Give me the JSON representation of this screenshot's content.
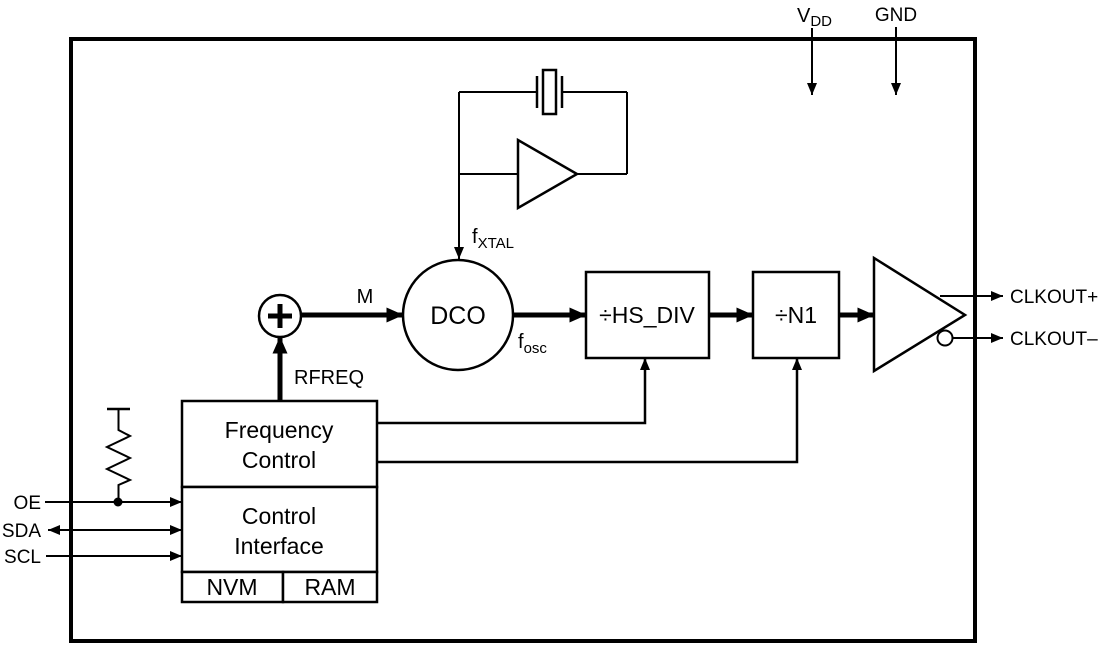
{
  "colors": {
    "ink": "#000000",
    "background": "#ffffff"
  },
  "pins": {
    "vdd_base": "V",
    "vdd_sub": "DD",
    "gnd": "GND",
    "oe": "OE",
    "sda": "SDA",
    "scl": "SCL",
    "clkout_plus": "CLKOUT+",
    "clkout_minus": "CLKOUT–"
  },
  "signals": {
    "fxtal_base": "f",
    "fxtal_sub": "XTAL",
    "fosc_base": "f",
    "fosc_sub": "osc",
    "m_multiplier": "M",
    "rfreq": "RFREQ"
  },
  "blocks": {
    "dco": "DCO",
    "hs_div": "÷HS_DIV",
    "n1": "÷N1",
    "frequency_control": {
      "line1": "Frequency",
      "line2": "Control"
    },
    "control_interface": {
      "line1": "Control",
      "line2": "Interface"
    },
    "nvm": "NVM",
    "ram": "RAM"
  },
  "icons": {
    "crystal": "crystal-resonator-icon",
    "amplifier": "oscillator-amplifier-icon",
    "summer": "summing-junction-icon",
    "buffer": "output-buffer-icon",
    "bubble": "inversion-bubble-icon",
    "resistor": "pullup-resistor-icon"
  }
}
